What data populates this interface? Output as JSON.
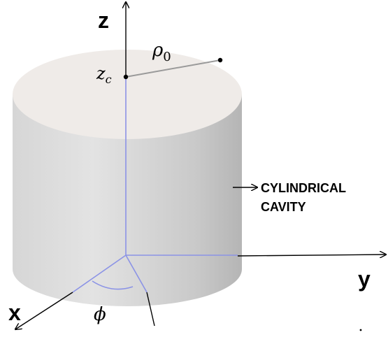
{
  "axes": {
    "z_label": "z",
    "y_label": "y",
    "x_label": "x"
  },
  "symbols": {
    "radius": "ρ0",
    "center": "zc",
    "angle": "ϕ"
  },
  "callout": {
    "line1": "CYLINDRICAL",
    "line2": "CAVITY"
  },
  "colors": {
    "cylinder_top": "#efebe8",
    "cylinder_side_light": "#dcdcdc",
    "cylinder_side_dark": "#b9b9b9",
    "hidden_axes": "#8b93e6",
    "axes": "#000000",
    "radius_line": "#9a9a9a"
  }
}
